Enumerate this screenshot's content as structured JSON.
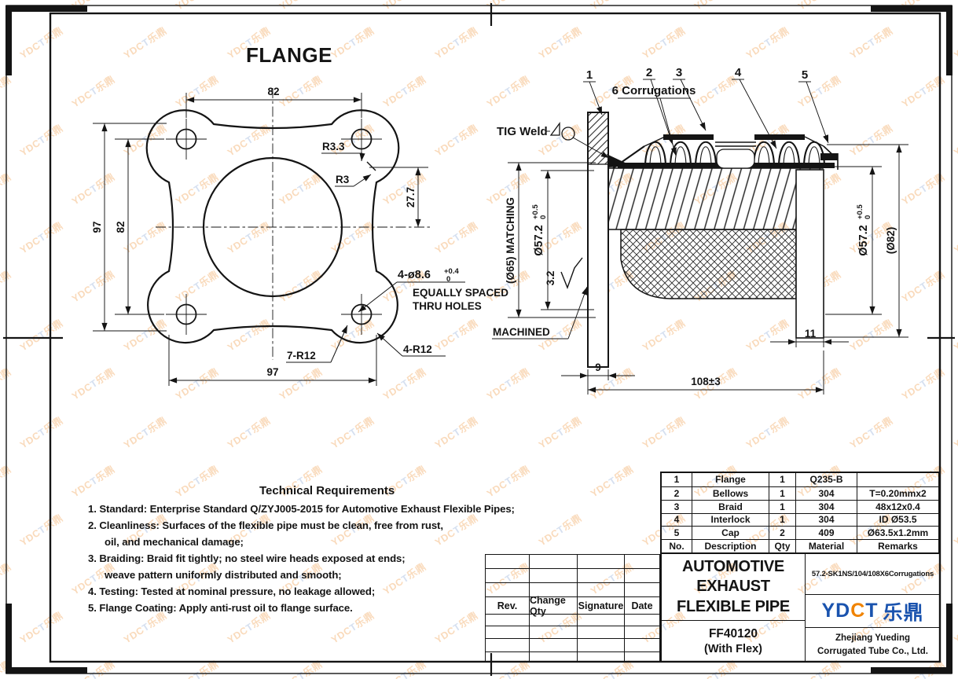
{
  "watermark": {
    "text": "YDCT乐鼎"
  },
  "colors": {
    "logo_blue": "#1a53ae",
    "logo_orange": "#f08300",
    "watermark_orange": "#f2a85f",
    "watermark_blue": "#9fb6dc",
    "line": "#141414"
  },
  "flange_view": {
    "title": "FLANGE",
    "dim_top": "82",
    "dim_left_outer": "97",
    "dim_left_inner": "82",
    "dim_right": "27.7",
    "dim_bottom": "97",
    "r33": "R3.3",
    "r3": "R3",
    "holes": "4-ø8.6",
    "holes_tol_upper": "+0.4",
    "holes_tol_lower": "0",
    "holes_note1": "EQUALLY SPACED",
    "holes_note2": "THRU HOLES",
    "r12_7": "7-R12",
    "r12_4": "4-R12"
  },
  "pipe_view": {
    "callout_1": "1",
    "callout_2": "2",
    "callout_3": "3",
    "callout_4": "4",
    "callout_5": "5",
    "corrugations_label": "6 Corrugations",
    "tig_weld": "TIG Weld",
    "matching": "(Ø65) MATCHING",
    "dia_left": "Ø57.2",
    "dia_left_tol_upper": "+0.5",
    "dia_left_tol_lower": "0",
    "dia_right": "Ø57.2",
    "dia_right_tol_upper": "+0.5",
    "dia_right_tol_lower": "0",
    "dia_outer": "(Ø82)",
    "roughness": "3.2",
    "machined": "MACHINED",
    "dim_flange_thickness": "9",
    "dim_collar": "11",
    "dim_length": "108±3"
  },
  "tech_requirements": {
    "title": "Technical Requirements",
    "lines": [
      "1. Standard: Enterprise Standard Q/ZYJ005-2015 for Automotive Exhaust Flexible Pipes;",
      "2. Cleanliness: Surfaces of the flexible pipe must be clean, free from rust,",
      "oil, and mechanical damage;",
      "3. Braiding: Braid fit tightly; no steel wire heads exposed at ends;",
      "weave pattern uniformly distributed and smooth;",
      "4. Testing: Tested at nominal pressure, no leakage allowed;",
      "5. Flange Coating: Apply anti-rust oil to flange surface."
    ]
  },
  "bom": {
    "header": {
      "no": "No.",
      "description": "Description",
      "qty": "Qty",
      "material": "Material",
      "remarks": "Remarks"
    },
    "rows": [
      {
        "no": "1",
        "description": "Flange",
        "qty": "1",
        "material": "Q235-B",
        "remarks": ""
      },
      {
        "no": "2",
        "description": "Bellows",
        "qty": "1",
        "material": "304",
        "remarks": "T=0.20mmx2"
      },
      {
        "no": "3",
        "description": "Braid",
        "qty": "1",
        "material": "304",
        "remarks": "48x12x0.4"
      },
      {
        "no": "4",
        "description": "Interlock",
        "qty": "1",
        "material": "304",
        "remarks": "ID Ø53.5"
      },
      {
        "no": "5",
        "description": "Cap",
        "qty": "2",
        "material": "409",
        "remarks": "Ø63.5x1.2mm"
      }
    ]
  },
  "title_block": {
    "rev": {
      "rev": "Rev.",
      "change_qty": "Change Qty",
      "signature": "Signature",
      "date": "Date"
    },
    "product_title_line1": "AUTOMOTIVE",
    "product_title_line2": "EXHAUST",
    "product_title_line3": "FLEXIBLE PIPE",
    "model": "FF40120",
    "model_sub": "(With Flex)",
    "part_number": "57.2-SK1NS/104/108X6Corrugations",
    "logo_yd": "YD",
    "logo_c": "C",
    "logo_t": "T",
    "logo_cn": "乐鼎",
    "company_line1": "Zhejiang Yueding",
    "company_line2": "Corrugated Tube Co., Ltd."
  }
}
